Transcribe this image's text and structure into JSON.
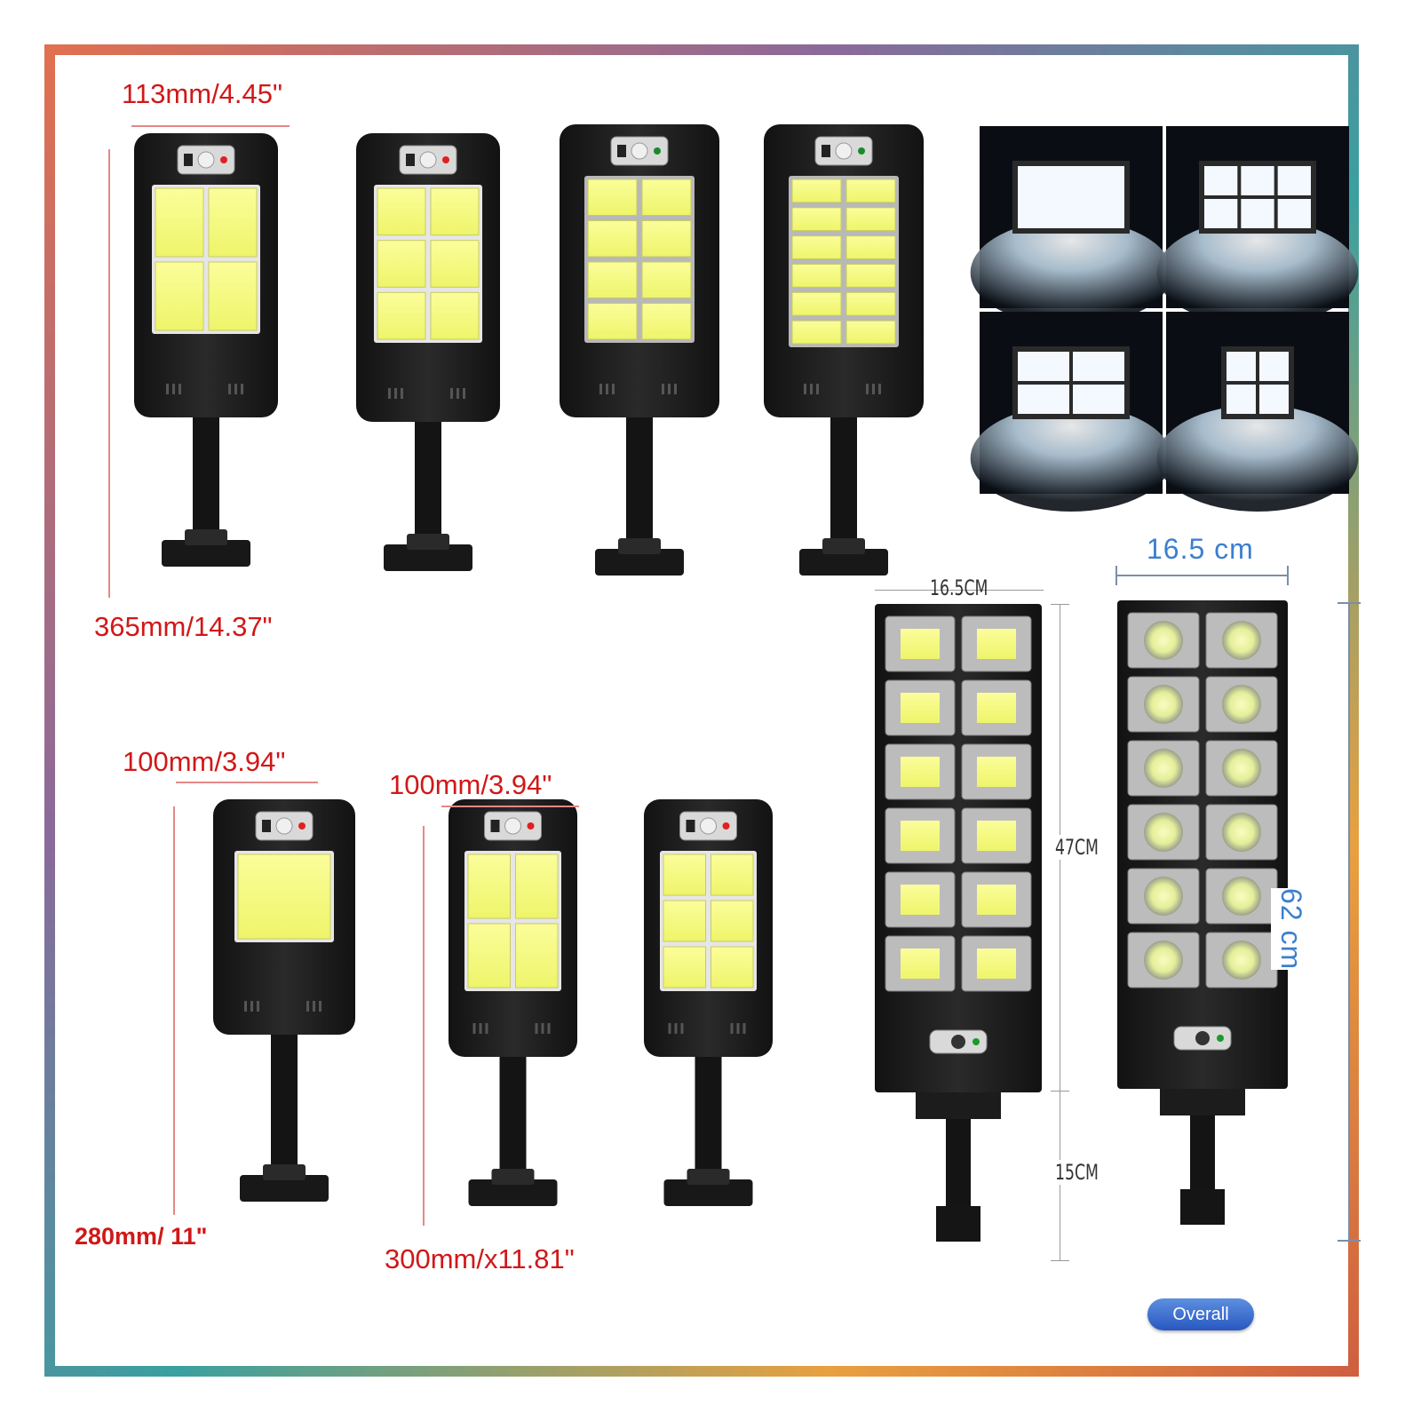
{
  "labels": {
    "top_width": "113mm/4.45\"",
    "top_height": "365mm/14.37\"",
    "bottom_left_width": "100mm/3.94\"",
    "bottom_left_height": "280mm/ 11\"",
    "bottom_mid_width": "100mm/3.94\"",
    "bottom_mid_height": "300mm/x11.81\"",
    "tall_left_width": "16.5CM",
    "tall_left_body": "47CM",
    "tall_left_bracket": "15CM",
    "tall_right_width": "16.5 cm",
    "tall_right_height": "62 cm",
    "overall_badge": "Overall"
  },
  "colors": {
    "dimension_red": "#d01818",
    "dimension_blue": "#3a7fd0",
    "led_yellow": "#f4f872",
    "housing_black": "#1a1a1a",
    "badge_blue": "#2f63c8"
  }
}
